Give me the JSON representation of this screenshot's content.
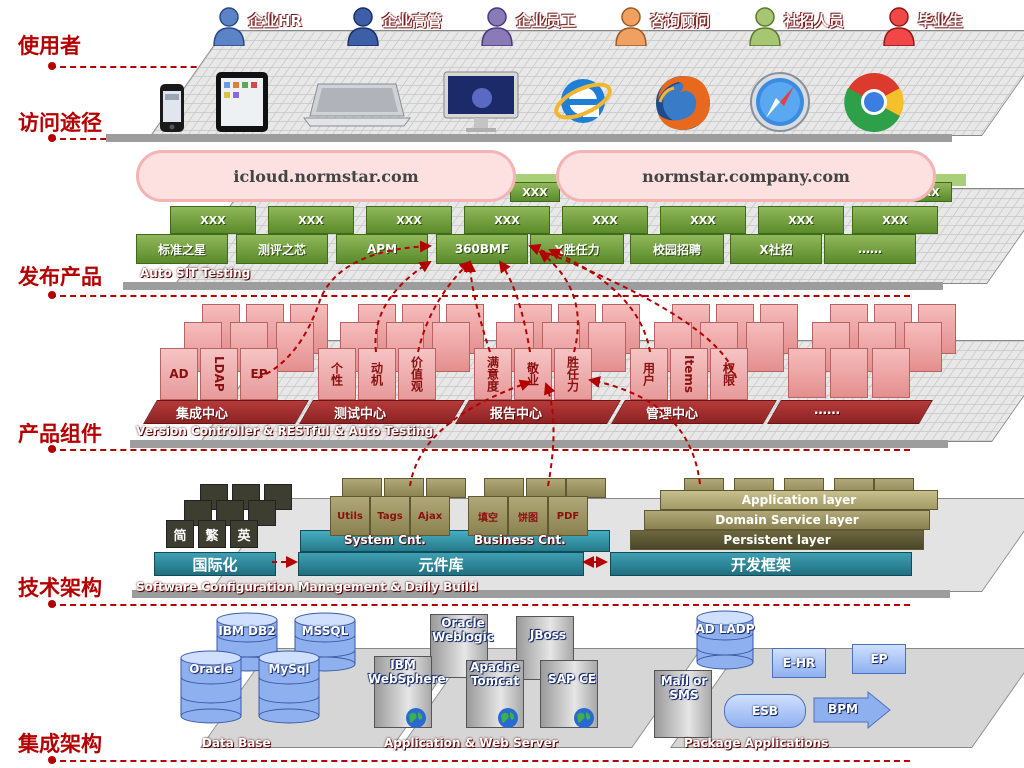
{
  "layers": {
    "users": "使用者",
    "access": "访问途径",
    "products": "发布产品",
    "components": "产品组件",
    "tech": "技术架构",
    "integration": "集成架构"
  },
  "users": [
    {
      "label": "企业HR",
      "color": "#5b84c6"
    },
    {
      "label": "企业高管",
      "color": "#3d5fa8"
    },
    {
      "label": "企业员工",
      "color": "#8a7ab8"
    },
    {
      "label": "咨询顾问",
      "color": "#e08a4a"
    },
    {
      "label": "社招人员",
      "color": "#8fb05a"
    },
    {
      "label": "毕业生",
      "color": "#e03a3a"
    }
  ],
  "devices": [
    "phone-icon",
    "tablet-icon",
    "laptop-icon",
    "desktop-icon",
    "ie-icon",
    "firefox-icon",
    "safari-icon",
    "chrome-icon"
  ],
  "clouds": {
    "left": "icloud.normstar.com",
    "right": "normstar.company.com"
  },
  "products": {
    "placeholder": "XXX",
    "items": [
      "标准之星",
      "测评之芯",
      "APM",
      "360BMF",
      "X胜任力",
      "校园招聘",
      "X社招",
      "……"
    ],
    "caption": "Auto SIT Testing"
  },
  "components": {
    "integration": {
      "base": "集成中心",
      "boxes": [
        "AD",
        "LDAP",
        "EP"
      ]
    },
    "testing": {
      "base": "测试中心",
      "boxes": [
        "个性",
        "动机",
        "价值观"
      ]
    },
    "report": {
      "base": "报告中心",
      "boxes": [
        "满意度",
        "敬业",
        "胜任力"
      ]
    },
    "manage": {
      "base": "管理中心",
      "boxes": [
        "用户",
        "Items",
        "权限"
      ]
    },
    "more": {
      "base": "……"
    },
    "caption": "Version Controller & RESTful & Auto Testing"
  },
  "tech": {
    "i18n": {
      "base": "国际化",
      "boxes": [
        "简",
        "繁",
        "英"
      ]
    },
    "system": {
      "label": "System Cnt.",
      "boxes": [
        "Utils",
        "Tags",
        "Ajax"
      ]
    },
    "business": {
      "label": "Business Cnt.",
      "boxes": [
        "填空",
        "饼图",
        "PDF"
      ]
    },
    "library": "元件库",
    "framework": {
      "base": "开发框架",
      "layers": [
        "Application layer",
        "Domain Service layer",
        "Persistent layer"
      ]
    },
    "caption": "Software Configuration Management & Daily Build"
  },
  "integration": {
    "databases": [
      "IBM DB2",
      "MSSQL",
      "Oracle",
      "MySql"
    ],
    "db_caption": "Data Base",
    "servers": [
      "Oracle Weblogic",
      "JBoss",
      "IBM WebSphere",
      "Apache Tomcat",
      "SAP CE"
    ],
    "server_caption": "Application & Web Server",
    "packages": [
      "AD LADP",
      "E-HR",
      "EP",
      "Mail or SMS",
      "ESB",
      "BPM"
    ],
    "package_caption": "Package Applications"
  }
}
